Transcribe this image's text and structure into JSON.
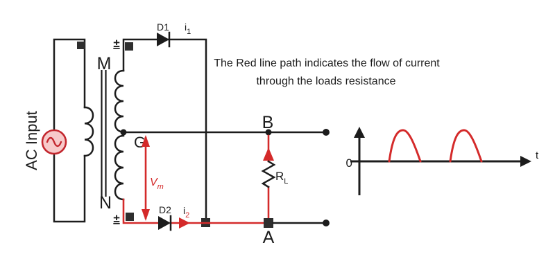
{
  "note": {
    "line1": "The Red line path indicates the flow of current",
    "line2": "through the loads resistance"
  },
  "labels": {
    "ac_input": "AC Input",
    "terminal_top": "M",
    "terminal_bottom": "N",
    "center_tap": "G",
    "node_b": "B",
    "node_a": "A",
    "diode1": "D1",
    "diode2": "D2",
    "pm_top": "±",
    "pm_bottom": "±",
    "current1": {
      "base": "i",
      "sub": "1"
    },
    "current2": {
      "base": "i",
      "sub": "2"
    },
    "load_resistor": {
      "base": "R",
      "sub": "L"
    },
    "voltage_max": {
      "base": "V",
      "sub": "m"
    }
  },
  "waveform": {
    "origin_label": "0",
    "time_axis_label": "t"
  },
  "colors": {
    "wire": "#1c1c1c",
    "highlight": "#d42a2a",
    "source_fill": "#f7caca",
    "source_stroke": "#c3272e"
  }
}
